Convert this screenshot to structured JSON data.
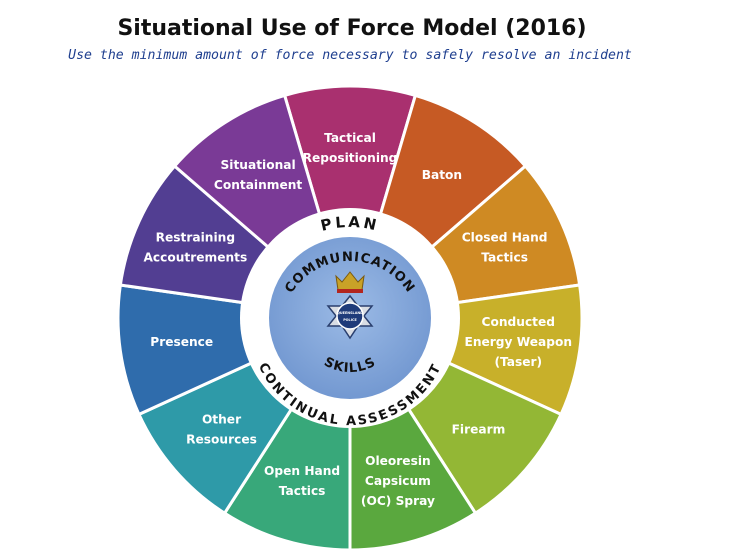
{
  "title": "Situational Use of Force Model (2016)",
  "subtitle": "Use the minimum amount of force necessary to safely resolve an incident",
  "wheel": {
    "segments": [
      {
        "lines": [
          "Tactical",
          "Repositioning"
        ],
        "color": "#a9306f"
      },
      {
        "lines": [
          "Baton"
        ],
        "color": "#c65a24"
      },
      {
        "lines": [
          "Closed Hand",
          "Tactics"
        ],
        "color": "#cf8a23"
      },
      {
        "lines": [
          "Conducted",
          "Energy Weapon",
          "(Taser)"
        ],
        "color": "#c8b02a"
      },
      {
        "lines": [
          "Firearm"
        ],
        "color": "#93b735"
      },
      {
        "lines": [
          "Oleoresin",
          "Capsicum",
          "(OC) Spray"
        ],
        "color": "#5aa83e"
      },
      {
        "lines": [
          "Open Hand",
          "Tactics"
        ],
        "color": "#38a87a"
      },
      {
        "lines": [
          "Other",
          "Resources"
        ],
        "color": "#2e9aa8"
      },
      {
        "lines": [
          "Presence"
        ],
        "color": "#2f6cac"
      },
      {
        "lines": [
          "Restraining",
          "Accoutrements"
        ],
        "color": "#523e92"
      },
      {
        "lines": [
          "Situational",
          "Containment"
        ],
        "color": "#7a3a96"
      }
    ],
    "ring": {
      "top": "PLAN",
      "bottom": "CONTINUAL ASSESSMENT"
    },
    "hub": {
      "top": "COMMUNICATION",
      "bottom": "SKILLS",
      "color": "#7fa3d6"
    },
    "badge": {
      "text": [
        "QUEENSLAND",
        "POLICE"
      ]
    }
  }
}
